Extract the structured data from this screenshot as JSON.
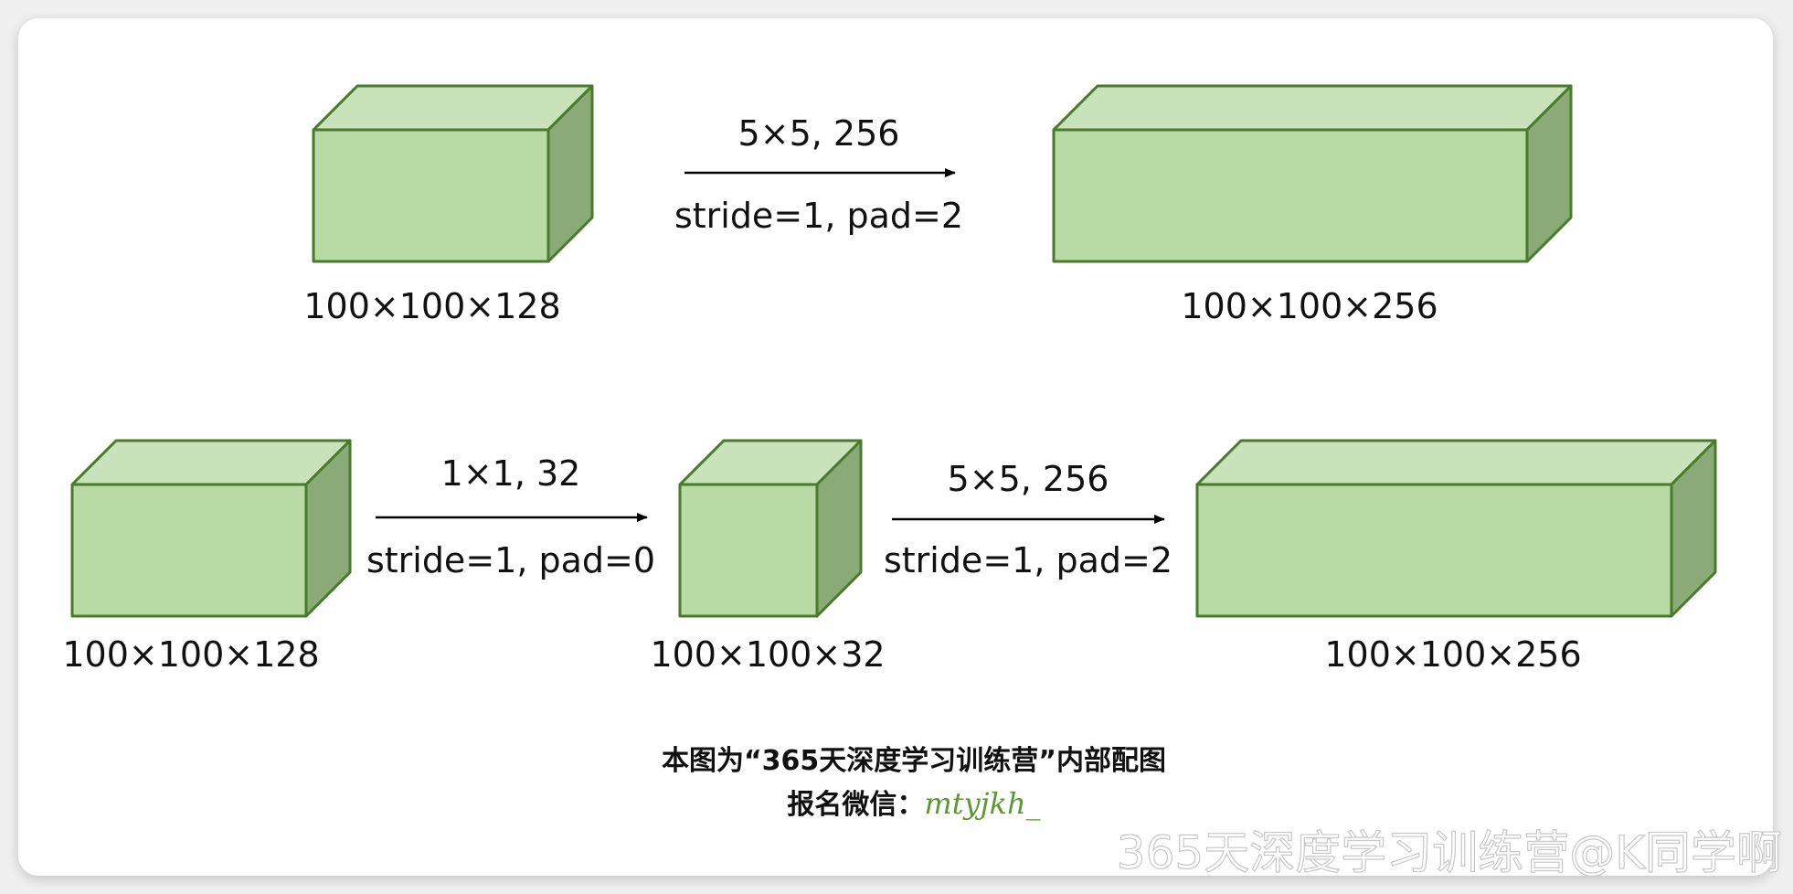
{
  "colors": {
    "front": "#b8dba5",
    "top": "#c8e3b9",
    "side": "#8aaa78",
    "edge": "#4a7a2c",
    "wechat": "#5a9a30"
  },
  "row1": {
    "input_label": "100×100×128",
    "conv_kernel": "5×5, 256",
    "conv_params": "stride=1, pad=2",
    "output_label": "100×100×256"
  },
  "row2": {
    "input_label": "100×100×128",
    "conv1_kernel": "1×1, 32",
    "conv1_params": "stride=1, pad=0",
    "mid_label": "100×100×32",
    "conv2_kernel": "5×5, 256",
    "conv2_params": "stride=1, pad=2",
    "output_label": "100×100×256"
  },
  "caption": {
    "line1": "本图为“365天深度学习训练营”内部配图",
    "line2_prefix": "报名微信：",
    "wechat_id": "mtyjkh_"
  },
  "watermark": "365天深度学习训练营@K同学啊"
}
